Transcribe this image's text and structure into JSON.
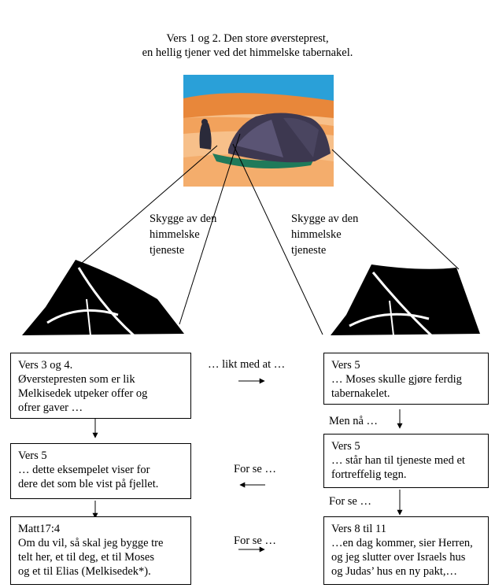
{
  "title": {
    "line1": "Vers 1 og 2. Den store øversteprest,",
    "line2": "en hellig tjener ved det himmelske tabernakel."
  },
  "shadow_labels": {
    "left": "Skygge av den\nhimmelske\ntjeneste",
    "right": "Skygge av den\nhimmelske\ntjeneste"
  },
  "connectors": {
    "likt_med_at": "… likt med at …",
    "men_na": "Men nå …",
    "for_se_right": "For se …",
    "for_se_middle": "For se …",
    "for_se_bottom": "For se …"
  },
  "boxes": {
    "left_top": "Vers 3 og 4.\nØverstepresten som er lik\nMelkisedek utpeker offer og\nofrer gaver …",
    "left_mid": "Vers 5\n… dette eksempelet viser for\ndere det som ble vist på fjellet.",
    "left_bottom": "Matt17:4\nOm du vil, så skal jeg bygge tre\ntelt her, et til deg, et til Moses\nog et til Elias (Melkisedek*).",
    "right_top": "Vers 5\n… Moses skulle gjøre ferdig\ntabernakelet.",
    "right_mid": "Vers 5\n… står han til tjeneste med et\nfortreffelig tegn.",
    "right_bottom": "Vers 8 til 11\n…en dag kommer, sier Herren,\nog jeg slutter over Israels hus\nog Judas’ hus en ny pakt,…"
  },
  "colors": {
    "sky": "#2aa0d8",
    "sand_light": "#f7c08a",
    "sand_dark": "#e8873a",
    "tent_dark": "#3d3850",
    "ground_green": "#1f7a5a",
    "line": "#000000"
  }
}
